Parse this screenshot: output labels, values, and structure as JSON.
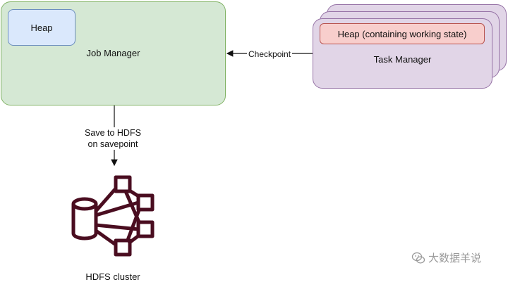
{
  "job_manager": {
    "heap_label": "Heap",
    "label": "Job Manager"
  },
  "task_manager": {
    "heap_label": "Heap (containing working state)",
    "label": "Task Manager"
  },
  "edges": {
    "checkpoint_label": "Checkpoint",
    "save_label_line1": "Save to HDFS",
    "save_label_line2": "on savepoint"
  },
  "hdfs": {
    "label": "HDFS cluster",
    "icon": "hdfs-cluster-icon"
  },
  "watermark": {
    "text": "大数据羊说",
    "icon": "wechat-icon"
  },
  "colors": {
    "job_manager_fill": "#d5e8d4",
    "job_manager_border": "#82b366",
    "jm_heap_fill": "#dae8fc",
    "jm_heap_border": "#6c8ebf",
    "task_manager_fill": "#e1d5e7",
    "task_manager_border": "#9673a6",
    "tm_heap_fill": "#f8cecc",
    "tm_heap_border": "#b85450",
    "hdfs_icon": "#4a0d20"
  }
}
